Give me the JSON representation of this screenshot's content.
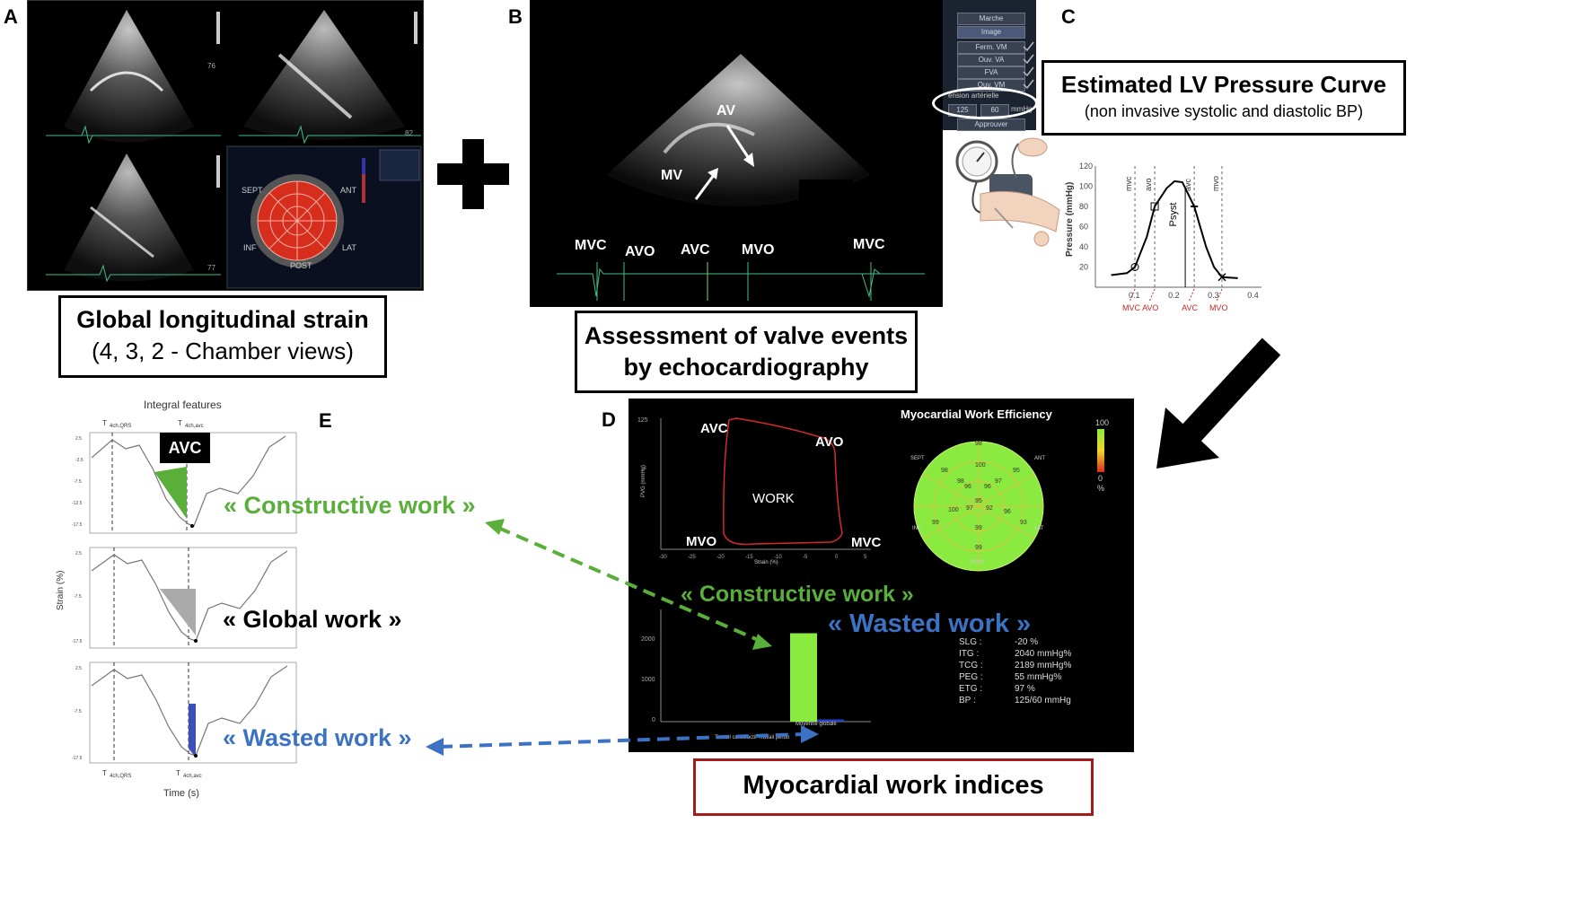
{
  "panels": {
    "a": {
      "letter": "A",
      "title": "Global longitudinal strain",
      "subtitle": "(4, 3, 2 - Chamber views)",
      "bullseye_labels": [
        "ANT",
        "SEPT",
        "INF",
        "POST",
        "LAT"
      ]
    },
    "b": {
      "letter": "B",
      "title_line1": "Assessment of valve events",
      "title_line2": "by echocardiography",
      "labels": {
        "av": "AV",
        "mv": "MV"
      },
      "events": [
        "MVC",
        "AVO",
        "AVC",
        "MVO",
        "MVC"
      ],
      "menu": [
        "Marche",
        "Image",
        "Ferm. VM",
        "Ouv. VA",
        "FVA",
        "Ouv. VM"
      ],
      "bp_label": "ension artérielle",
      "bp_sys": "125",
      "bp_dia": "60",
      "bp_unit": "mmHg",
      "approve": "Approuver"
    },
    "c": {
      "letter": "C",
      "title": "Estimated LV Pressure Curve",
      "subtitle": "(non invasive systolic and diastolic BP)",
      "ylabel": "Pressure (mmHg)",
      "markers_bottom": [
        "MVC",
        "AVO",
        "AVC",
        "MVO"
      ],
      "vertical_labels": [
        "mvc",
        "avo",
        "avc",
        "mvo"
      ],
      "psyst": "P",
      "psyst_sub": "syst"
    },
    "d": {
      "letter": "D",
      "loop_labels": {
        "avc": "AVC",
        "avo": "AVO",
        "mvo": "MVO",
        "mvc": "MVC",
        "work": "WORK"
      },
      "loop_ylabel": "PVG (mmHg)",
      "loop_xlabel": "Strain (%)",
      "efficiency_title": "Myocardial Work Efficiency",
      "scale_top": "100",
      "scale_bottom": "0",
      "scale_unit": "%",
      "bullseye_outer_labels": [
        "SEPT",
        "ANT",
        "INF",
        "LAT",
        "POST"
      ],
      "constructive": "« Constructive work »",
      "wasted": "« Wasted work »",
      "bar_xlabel": "Moyenne globale",
      "bar_legend": "Travail constructif  Travail perdu",
      "stats": [
        {
          "k": "SLG :",
          "v": "-20 %"
        },
        {
          "k": "ITG :",
          "v": "2040 mmHg%"
        },
        {
          "k": "TCG :",
          "v": "2189 mmHg%"
        },
        {
          "k": "PEG :",
          "v": "55 mmHg%"
        },
        {
          "k": "ETG :",
          "v": "97 %"
        },
        {
          "k": "BP :",
          "v": "125/60 mmHg"
        }
      ],
      "footer": "Myocardial work indices"
    },
    "e": {
      "letter": "E",
      "title": "Integral features",
      "avc_box": "AVC",
      "ylabel": "Strain (%)",
      "xlabel": "Time (s)",
      "constructive": "« Constructive work »",
      "global": "« Global work »",
      "wasted": "« Wasted work »"
    }
  },
  "colors": {
    "green": "#5aae3a",
    "blue": "#3b72c4",
    "red_frame": "#a11d1d",
    "bullseye_red": "#d62d1c",
    "bullseye_green": "#8bea3f"
  },
  "chart_data": [
    {
      "type": "line",
      "ylabel": "Pressure (mmHg)",
      "x": [
        0.1,
        0.15,
        0.2,
        0.25,
        0.3,
        0.32
      ],
      "y": [
        20,
        80,
        105,
        80,
        20,
        10
      ],
      "xticks": [
        0.1,
        0.2,
        0.3,
        0.4
      ],
      "yticks": [
        20,
        40,
        60,
        80,
        100,
        120
      ],
      "ylim": [
        0,
        120
      ]
    },
    {
      "type": "bar",
      "categories": [
        "Moyenne globale"
      ],
      "series": [
        {
          "values": [
            2189
          ]
        },
        {
          "values": [
            55
          ]
        }
      ],
      "yticks": [
        0,
        1000,
        2000
      ]
    }
  ]
}
